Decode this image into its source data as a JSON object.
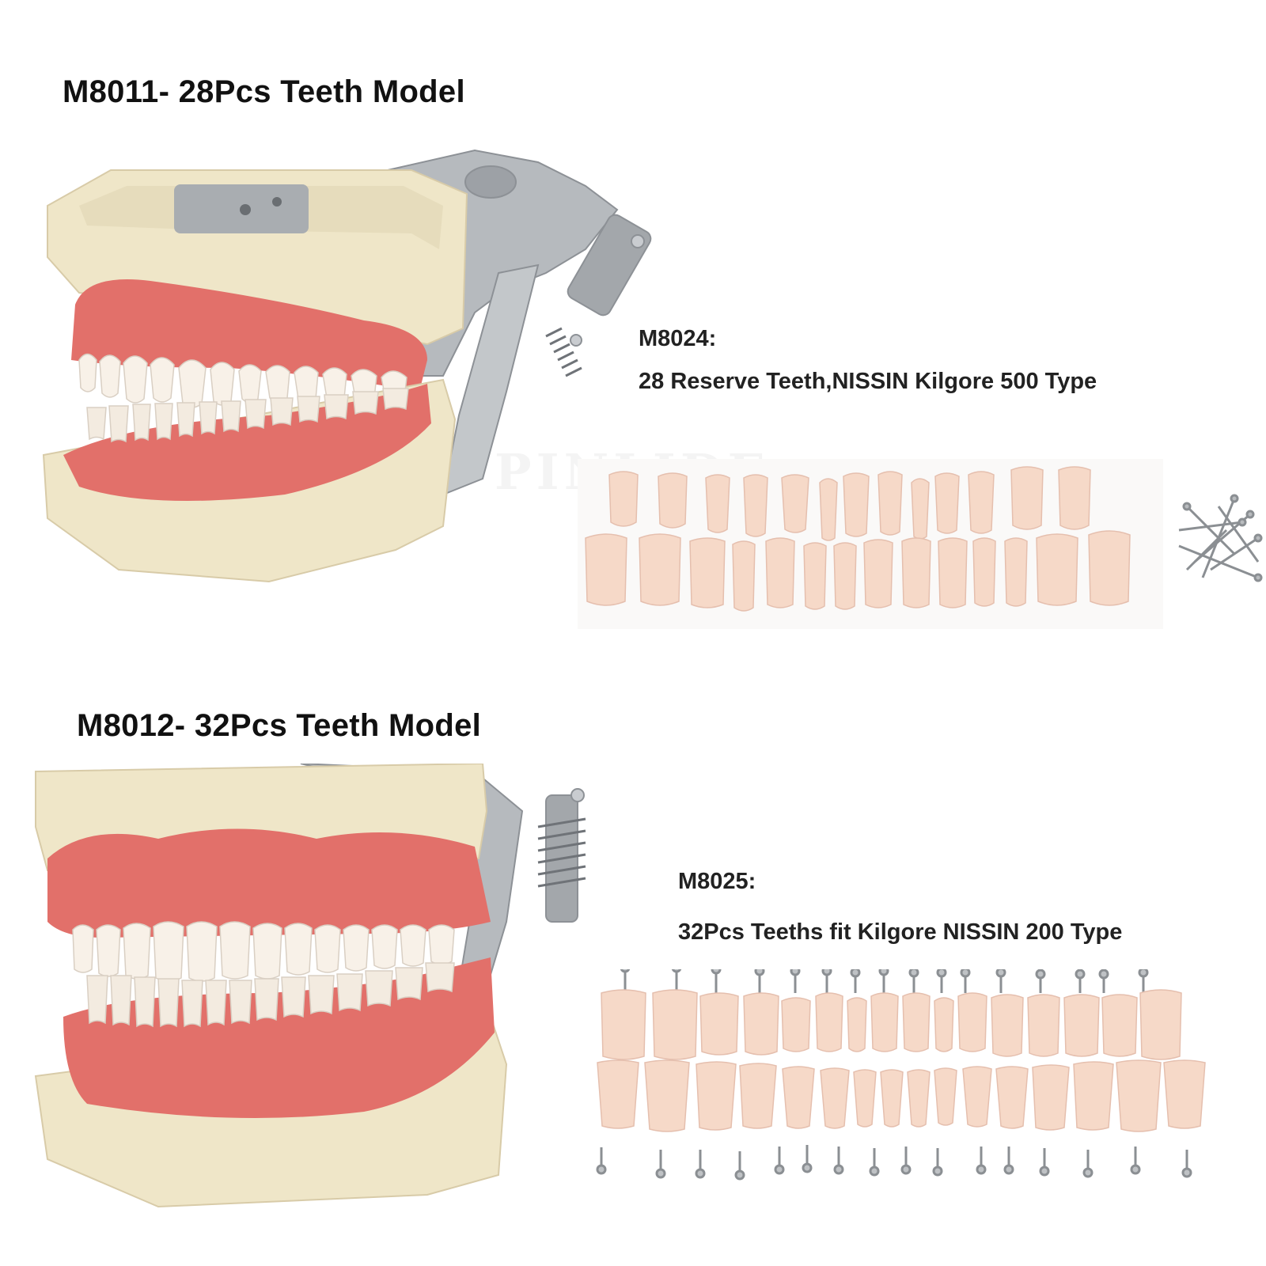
{
  "products": [
    {
      "title": "M8011- 28Pcs Teeth Model",
      "reserve_code": "M8024:",
      "reserve_description": "28 Reserve Teeth,NISSIN Kilgore 500 Type"
    },
    {
      "title": "M8012- 32Pcs Teeth Model",
      "reserve_code": "M8025:",
      "reserve_description": "32Pcs Teeths fit Kilgore NISSIN 200 Type"
    }
  ],
  "watermark": "PINLIDE",
  "colors": {
    "gum": "#e2706a",
    "base": "#efe6c8",
    "tooth": "#f8f1e8",
    "reserve_tooth": "#f6d9c8",
    "metal": "#aeb2b6"
  }
}
